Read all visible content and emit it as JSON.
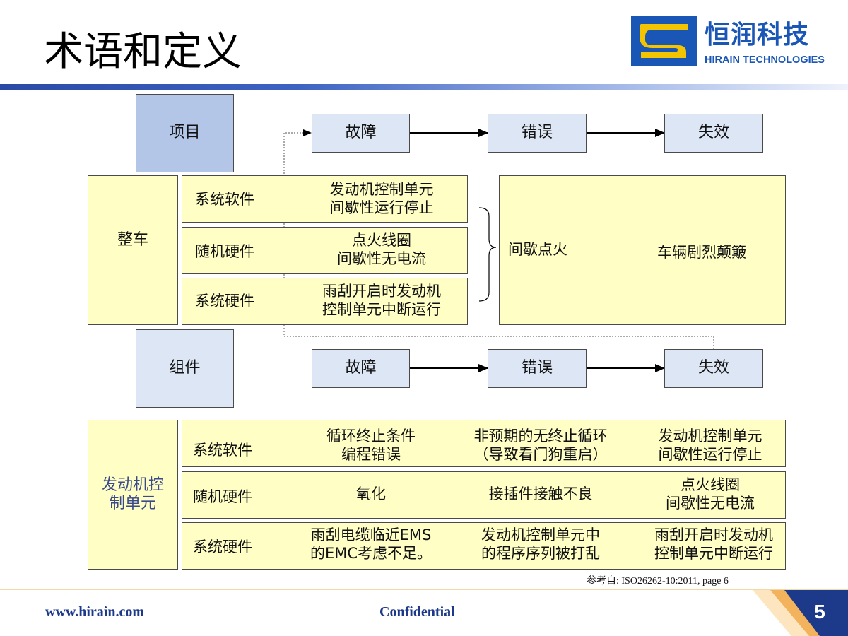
{
  "header": {
    "title": "术语和定义",
    "logo_cn": "恒润科技",
    "logo_en": "HIRAIN TECHNOLOGIES"
  },
  "vehicle": {
    "item_label": "项目",
    "chain": [
      "故障",
      "错误",
      "失效"
    ],
    "group_label": "整车",
    "rows": [
      {
        "category": "系统软件",
        "fault": "发动机控制单元\n间歇性运行停止"
      },
      {
        "category": "随机硬件",
        "fault": "点火线圈\n间歇性无电流"
      },
      {
        "category": "系统硬件",
        "fault": "雨刮开启时发动机\n控制单元中断运行"
      }
    ],
    "error": "间歇点火",
    "failure": "车辆剧烈颠簸"
  },
  "component": {
    "item_label": "组件",
    "chain": [
      "故障",
      "错误",
      "失效"
    ],
    "group_label": "发动机控\n制单元",
    "rows": [
      {
        "category": "系统软件",
        "fault": "循环终止条件\n编程错误",
        "error": "非预期的无终止循环\n（导致看门狗重启）",
        "failure": "发动机控制单元\n间歇性运行停止"
      },
      {
        "category": "随机硬件",
        "fault": "氧化",
        "error": "接插件接触不良",
        "failure": "点火线圈\n间歇性无电流"
      },
      {
        "category": "系统硬件",
        "fault": "雨刮电缆临近EMS\n的EMC考虑不足。",
        "error": "发动机控制单元中\n的程序序列被打乱",
        "failure": "雨刮开启时发动机\n控制单元中断运行"
      }
    ]
  },
  "reference": "参考自: ISO26262-10:2011, page 6",
  "footer": {
    "website": "www.hirain.com",
    "confidential": "Confidential",
    "page": "5"
  },
  "colors": {
    "accent_blue": "#1a56b5",
    "box_blue": "#b4c6e7",
    "box_light_blue": "#dde6f4",
    "box_yellow": "#ffffc5",
    "logo_yellow": "#f5c400",
    "footer_orange": "#f2b35c"
  }
}
